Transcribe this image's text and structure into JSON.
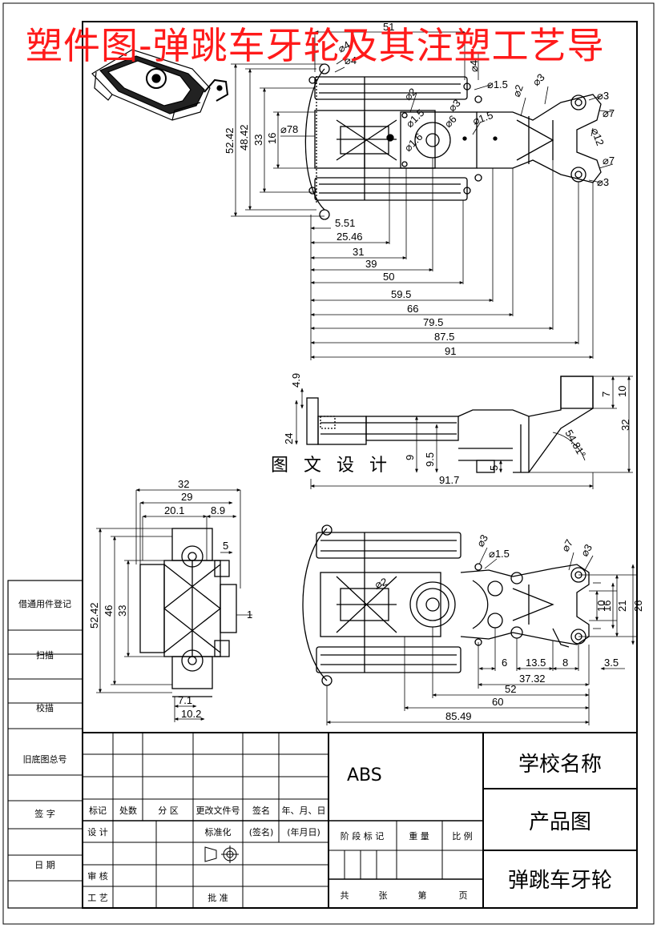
{
  "title": "塑件图-弹跳车牙轮及其注塑工艺导",
  "watermark": "图 文 设 计",
  "left_margin_labels": [
    "借通用件登记",
    "扫描",
    "校描",
    "旧底图总号",
    "签 字",
    "日 期"
  ],
  "top_view": {
    "dims": {
      "d51": "51",
      "d52_42": "52.42",
      "d48_42": "48.42",
      "d33": "33",
      "d16": "16",
      "dia78": "⌀78",
      "d5_51": "5.51",
      "d25_46": "25.46",
      "d31": "31",
      "d39": "39",
      "d50": "50",
      "d59_5": "59.5",
      "d66": "66",
      "d79_5": "79.5",
      "d87_5": "87.5",
      "d91": "91",
      "dia4": "⌀4",
      "dia4b": "⌀4",
      "dia1_5a": "⌀1.5",
      "dia2": "⌀2",
      "dia3a": "⌀3",
      "dia3b": "⌀3",
      "dia7a": "⌀7",
      "dia12": "⌀12",
      "dia7b": "⌀7",
      "dia3c": "⌀3",
      "dia6": "⌀6",
      "dia1_5b": "⌀1.5",
      "dia1_5c": "⌀1.5",
      "dia3d": "⌀3",
      "dia1_6": "⌀1.6",
      "dia2b": "⌀2"
    }
  },
  "side_view": {
    "dims": {
      "d4_9": "4.9",
      "d24": "24",
      "d9": "9",
      "d9_5": "9.5",
      "d5": "5",
      "d91_7": "91.7",
      "d7": "7",
      "d10": "10",
      "d32": "32",
      "angle": "54.81°"
    }
  },
  "end_view": {
    "dims": {
      "d32": "32",
      "d29": "29",
      "d20_1": "20.1",
      "d8_9": "8.9",
      "d5": "5",
      "d52_42": "52.42",
      "d46": "46",
      "d33": "33",
      "d1": "1",
      "d7_1": "7.1",
      "d10_2": "10.2"
    }
  },
  "bottom_view": {
    "dims": {
      "dia3": "⌀3",
      "dia1_5": "⌀1.5",
      "dia7": "⌀7",
      "dia3b": "⌀3",
      "dia2": "⌀2",
      "d10": "10",
      "d16": "16",
      "d21": "21",
      "d26": "26",
      "d6": "6",
      "d13_5": "13.5",
      "d8": "8",
      "d3_5": "3.5",
      "d37_32": "37.32",
      "d52": "52",
      "d60": "60",
      "d85_49": "85.49"
    }
  },
  "title_block": {
    "material": "ABS",
    "school": "学校名称",
    "drawing_type": "产品图",
    "part_name": "弹跳车牙轮",
    "header_row": [
      "标记",
      "处数",
      "分 区",
      "更改文件号",
      "签名",
      "年、月、日"
    ],
    "design": "设 计",
    "standardize": "标准化",
    "sign": "(签名)",
    "date": "(年月日)",
    "stage_row": [
      "阶 段 标 记",
      "重 量",
      "比 例"
    ],
    "review": "审 核",
    "process": "工 艺",
    "approve": "批 准",
    "sheet_row": [
      "共",
      "张",
      "第",
      "页"
    ]
  }
}
